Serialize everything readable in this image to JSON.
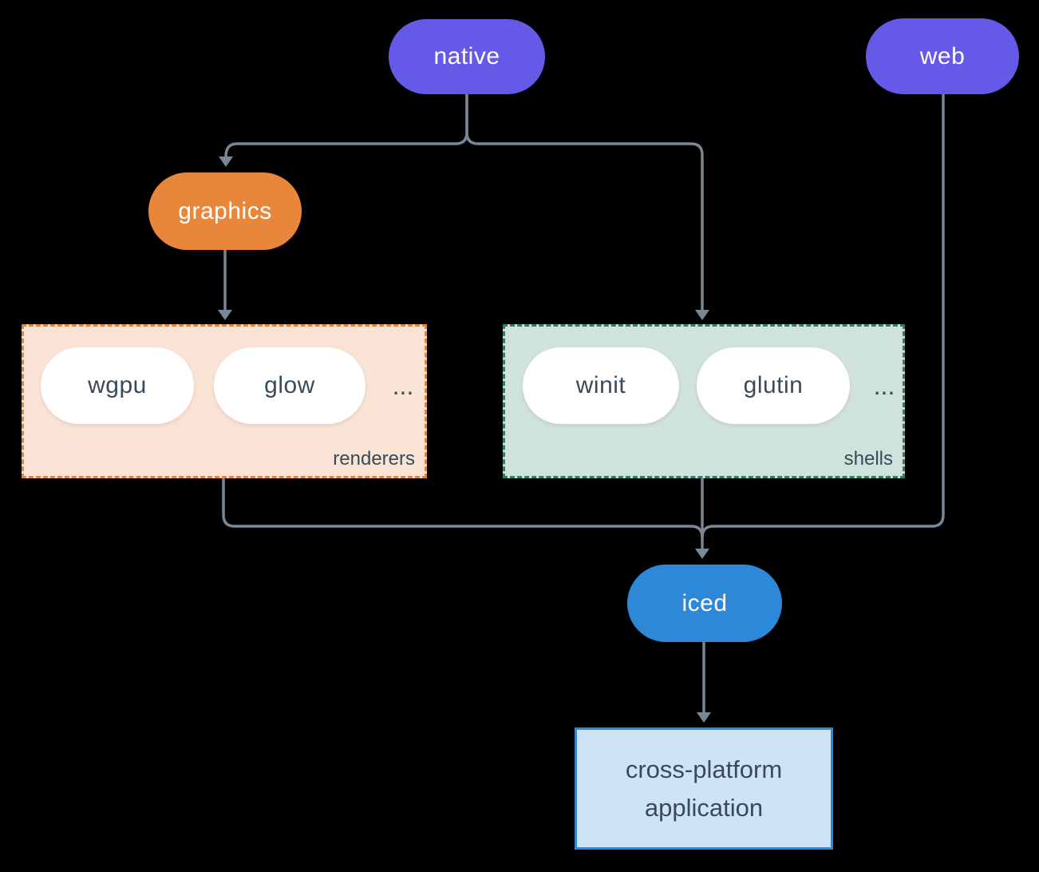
{
  "diagram": {
    "background_color": "#000000",
    "edge_color": "#7A8896",
    "nodes": {
      "native": {
        "label": "native",
        "fill": "#6559E8",
        "text_color": "#FFFFFF"
      },
      "web": {
        "label": "web",
        "fill": "#6559E8",
        "text_color": "#FFFFFF"
      },
      "graphics": {
        "label": "graphics",
        "fill": "#E8873C",
        "text_color": "#FFFFFF"
      },
      "iced": {
        "label": "iced",
        "fill": "#2D88D8",
        "text_color": "#FFFFFF"
      },
      "application": {
        "lines": [
          "cross-platform",
          "application"
        ],
        "fill": "#CFE3F7",
        "border_color": "#2D88D8",
        "text_color": "#394B59"
      }
    },
    "groups": {
      "renderers": {
        "label": "renderers",
        "items": [
          "wgpu",
          "glow"
        ],
        "ellipsis": "...",
        "fill": "#F9E3D5",
        "border_color": "#E0853E",
        "item_text_color": "#394B59"
      },
      "shells": {
        "label": "shells",
        "items": [
          "winit",
          "glutin"
        ],
        "ellipsis": "...",
        "fill": "#D0E2DC",
        "border_color": "#2E7D6F",
        "item_text_color": "#394B59"
      }
    },
    "edges": [
      {
        "from": "native",
        "to": "graphics"
      },
      {
        "from": "native",
        "to": "shells"
      },
      {
        "from": "graphics",
        "to": "renderers"
      },
      {
        "from": "renderers",
        "to": "iced"
      },
      {
        "from": "shells",
        "to": "iced"
      },
      {
        "from": "web",
        "to": "iced"
      },
      {
        "from": "iced",
        "to": "application"
      }
    ]
  }
}
